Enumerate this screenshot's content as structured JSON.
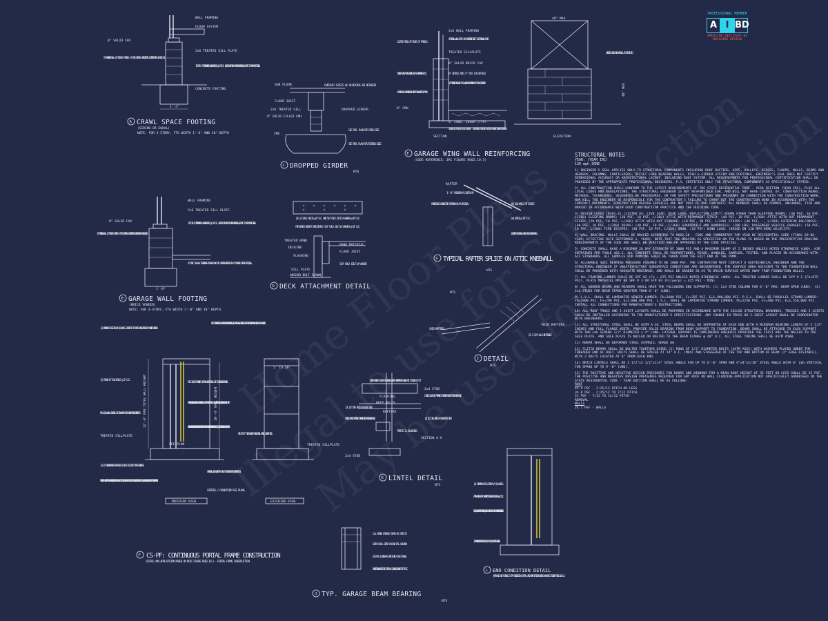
{
  "logo": {
    "top_text": "PROFESSIONAL MEMBER",
    "letters": [
      "A",
      "I",
      "BD"
    ],
    "org": "AMERICAN INSTITUTE OF BUILDING DESIGN"
  },
  "watermark": {
    "line1": "Home Floor Plans",
    "line2": "Illegal to use for Construction",
    "line3": "May be used for Construction"
  },
  "details": {
    "a": {
      "letter": "A",
      "title": "CRAWL SPACE FOOTING",
      "sub": "(SIDING OR EQUAL)",
      "note": "NOTE: FOR 3-STORY, FTG WIDTH 1'-6\" AND 10\" DEPTH",
      "labels": [
        "WALL FRAMING",
        "FLOOR SYSTEM",
        "8\" SOLID CAP",
        "2x6 TREATED SILL PLATE",
        "8\" MASONRY WALL (8\" CMU OR 4\" BRICK / 4\" CMU) INSTALL HORIZONTAL REINFORCING (AS REQ'D)",
        "1/2\" DIA. (7\" EMBEDMENT) ANCHOR BOLTS @ 6'-0\" O.C. (ADJUST LOCATION AT DOOR OPENINGS) LOCATE 12\" FROM PLATE ENDS.",
        "CONCRETE FOOTING",
        "1'-4\""
      ]
    },
    "b": {
      "letter": "B",
      "title": "GARAGE WALL FOOTING",
      "sub": "(BRICK VENEER)",
      "note": "NOTE: FOR 3-STORY, FTG WIDTH 2'-0\" AND 10\" DEPTH",
      "labels": [
        "WALL FRAMING",
        "2x6 TREATED SILL PLATE",
        "8\" SOLID CAP",
        "12\" MASONRY WALL (12\" CMU OR 4\" BRICK / 8\" CMU) INSTALL HORIZONTAL REINFORCING AS REQUIRED",
        "1/2\" DIA (7\" EMBEDMENT) ANCHOR BOLTS @ 6'-0\" O.C. (ADJUST LOCATION AT DOOR OPENINGS) LOCATE 12\" FROM PLATE ENDS.",
        "4\" CONC. SLAB W/ FIBERMESH OR WWF ON 6 MIL VAPOR BARRIER ON 4\" CRUSHED STONE OR EQUAL.",
        "1'-8\""
      ]
    },
    "c": {
      "letter": "C",
      "title": "DROPPED GIRDER",
      "nts": "NTS",
      "labels": [
        "SUB FLOOR",
        "OVERLAP JOISTS W/ BLOCKING IN BETWEEN",
        "FLOOR JOIST",
        "DROPPED GIRDER",
        "2x6 TREATED SILL",
        "8\" SOLID FILLED CMU",
        "CMU",
        "SEE FND. PLAN FOR PIER SIZE",
        "SEE FND. PLAN FOR FOOTING SIZE"
      ]
    },
    "d": {
      "letter": "D",
      "title": "DECK ATTACHMENT DETAIL",
      "nts": "NTS",
      "labels": [
        "(3) 1/2 GALV. BOLTS @ 6\" O.C. AND 5/8\" GALV. BOLT W/ WASHER @ 16\" O.C.",
        "FOR BRICK VENEER STRUCTURES: 5/8\" GALV. BOLT W/ WASHER @ 16\" O.C.",
        "TREATED BAND",
        "BAND MATERIAL",
        "DECKING",
        "FLOOR JOIST",
        "FLASHING",
        "5/8\" GALV. BOLT W/ WASHER",
        "SILL PLATE",
        "ANCHOR BOLT SHOWN"
      ]
    },
    "e": {
      "letter": "E",
      "title": "GARAGE WING WALL REINFORCING",
      "sub": "(CODE REFERENCE: IRC FIGURE R602.10.5)",
      "labels": [
        "48\" MAX",
        "2x6 WALL FRAMING",
        "OPTIONAL WALL PLATE. MAY CONTINUE BOLT IN OPTIONAL PLATE.",
        "TREATED SILLPLATE",
        "LOCATE RODS AT ENDS OF PANELS",
        "8\" SOLID BRICK CAP",
        "\"LADDER\" WIRE AT EACH COURSE IN 8\" CAP AND THEN 8\" O.C.",
        "8\" BRICK AND 4\" CMU (OR BRICK)",
        "1/2\" THREADED ROD WITH 2\" SQ. WASHER OR SIMPSON \"SET\" OR SET-XP EPOXY.",
        "4\" BRICK SHALL BE NOTCHED/CHIPPED TO ALLOW FOR 1/2\" ROD",
        "8\" CMU",
        "3\" CONC. COVER (TYP)",
        "CONCRETE FOOTING (SEE PLANS) - CONTINUE FOOTING ACROSS GARAGE DOOR OPENING",
        "GARAGE SLAB OVER GRAVEL AS SPECIFIED",
        "48\" MAX",
        "SECTION",
        "ELEVATION"
      ]
    },
    "f": {
      "letter": "F",
      "title": "CS-PF: CONTINUOUS PORTAL FRAME CONSTRUCTION",
      "sub": "DETAIL AND APPLICATION BASED ON NCRC FIGURE R602.10.1 - PORTAL FRAME CONSTRUCTION",
      "labels": [
        "(2) SIMPSON CS16 STRAP WITH (8) NAILS. EXTEND TO TOP PLATE AND EXTEND 20\" UNDER HEADER.",
        "(2) ROWS OF 16d NAILS @ 3\" O.C.",
        "MIN (2)2x4 WALL FRAMING. SEE PLAN FOR STUD COLUMN REQUIREMENTS.",
        "TREATED SILLPLATE",
        "(2) 1/2\" ANCHOR BOLTS PER R403.1.6 WITH 2\"x2\"x3/16\" PLATE WASHERS.",
        "NOTE: FOR CMU APPLICATIONS AT GARAGE DOORS, ANCHOR BOLTS SHALL BE 5/8\" DIAMETER AND SHALL EXTEND TO FOOTING (PER NCRC FIGURE R602.10.5.3) (SEE GARAGE WING WALL DETAIL ON STRUCTURAL PLANS)",
        "NOTE: AT INTERMEDIATE WALL SEGMENTS BETWEEN OPENINGS, THE STRAPS SHALL BE INSTALLED AT EACH STUD COLUMN ON EACH END OF THE WALL SEGMENT.",
        "MIN. 3\"x11.25\" HEADER. SEE PLAN FOR ACTUAL SIZE. EXTEND OVER PANEL.",
        "FASTEN SHEATHING TO HEADER W/ 8d COMMON NAILS IN 3\" GRID PATTERN AND 3\" O.C. IN ALL FRAMING (STUDS, BLOCKING, AND SILLS) TYP.",
        "PANEL EDGES SHALL BE BLOCKED AND OCCUR WITHIN 24\" OF MID HEIGHT. ONE ROW OF TYP. SHEATHING-TO-FRAMING NAILING IS REQ'D (3\" O.C.). ATTACH BLOCKING TOGETHER W/ (3) 16d SINKERS.",
        "MIN 7/16\" THICK WOOD STRUCTURAL PANEL SHEATHING",
        "TREATED SILLPLATE",
        "OPTIONAL CURB (GREATER THAN 6\" CURB HEIGHT NOT PERMITTED)",
        "FOOTING / FOUNDATION SEE PLANS",
        "12'-0\" MAX TOTAL WALL HEIGHT",
        "10'-0\" MAX. HEIGHT",
        "2' TO 18'",
        "SEE PLAN",
        "INTERIOR VIEW",
        "EXTERIOR VIEW"
      ]
    },
    "g": {
      "letter": "G",
      "title": "TYPICAL RAFTER SPLICE ON ATTIC KNEEWALL",
      "nts": "NTS",
      "labels": [
        "RAFTER",
        "1'-0\" MINIMUM OVERLAP",
        "HURRICANE CONNECTOR SIMPSON H2.5A OR EQUAL",
        "(6) 16d NAILS AT SPLICE",
        "2x4 STUDS @ 16\" O.C.",
        "2x6 BRACE AT EACH WALL HEIGHT (EACH SIDE OF WALL)"
      ]
    },
    "i": {
      "letter": "I",
      "title": "DETAIL",
      "nts": "NTS",
      "labels": [
        "MAIN RAFTERS",
        "SHED RAFTERS",
        "(3) 1 3/4\" LVL HIP/RIDGE"
      ]
    },
    "j": {
      "letter": "J",
      "title": "TYP. GARAGE BEAM BEARING",
      "nts": "NTS",
      "labels": [
        "LVL MAIN GARAGE BEAM AS SPEC'D",
        "BEAM SHALL BEAR ON END PSL COLUMN",
        "LBE PSL COLUMN AS SPECIFIED (SEE PLANS)",
        "KING STUD ON EACH SIDE. ATTACH W/ (3) ROWS 16d NAILS AT 16\" O.C."
      ]
    },
    "k": {
      "letter": "K",
      "title": "LINTEL DETAIL",
      "nts": "NTS",
      "labels": [
        "BRICK VENEER: HEIGHT OF VENEER ABOVE SUPPORTING ANGLE NOT TO EXCEED 12'-8\"",
        "FLASHING",
        "WEEP HOLES",
        "2x4 STUD",
        "LINTEL 6\"x4\"x5/16\" ATTACHED TO TURNED STUDS AT SHED ROOF LINE.",
        "(2) 1/2\" DIA. BOLTS AT FLAT STUD",
        "RAFTERS",
        "LINTEL 6\"x4\"x5/16\" ATTACHED TO TURNED STUDS AT SHED ROOF LINE.",
        "(2) 1/2\" DIA. BOLTS AT EACH FLAT STUD",
        "TRIPLE 2x BLOCKING",
        "2x4 STUD",
        "SECTION A-A"
      ]
    },
    "l": {
      "letter": "L",
      "title": "END CONDITION DETAIL",
      "sub": "(FOR USE WITH SINGLE CS-PF CONDITION) DETAIL AND APPLICATION BASED ON NCRC FIGURE R602.10.4.1",
      "labels": [
        "(2) SIMPSON CS16 STRAP W/ (8) NAILS.",
        "ATTACH KING STUD TO SUPPORT STUDS WITH (10) NAILS @ 6\" O.C.",
        "MIN (2)2x4 SUPPORT STUDS AND (1) KING STUD SEE PLAN FOR STUD COLUMN REQUIREMENTS.",
        "1/2\" ANCHOR BOLTS PER R403.1.6 WITH 2\"x2\"x3/16\" PLATE WASHERS."
      ]
    }
  },
  "notes": {
    "title": "STRUCTURAL NOTES",
    "year": "YEAR: (YEAR IRC)",
    "wind": "130 mph ZONE",
    "items": [
      "1) ENGINEER'S SEAL APPLIES ONLY TO STRUCTURAL COMPONENTS INCLUDING ROOF RAFTERS, HIPS, VALLEYS, RIDGES, FLOORS, WALLS, BEAMS AND HEADERS, COLUMNS, CANTILEVERS, OFFSET LOAD BEARING WALLS, PIER & GIRDER SYSTEM AND FOOTINGS. ENGINEER'S SEAL DOES NOT CERTIFY DIMENSIONAL ACCURACY OR ARCHITECTURAL LAYOUT. INCLUDING ROOF SYSTEM. ALL REQUIREMENTS FOR PROFESSIONAL CERTIFICATION SHALL BE PROVIDED BY THE APPROPRIATE PROFESSIONAL ENGINEERS, P.A. CERTIFIES ONLY THE STRUCTURAL COMPONENTS AS SPECIFICALLY STATED.",
      "2) ALL CONSTRUCTION SHALL CONFORM TO THE LATEST REQUIREMENTS OF THE STATE RESIDENTIAL CODE - YEAR EDITION (YEAR IRC), PLUS ALL LOCAL CODES AND REGULATIONS. THE STRUCTURAL ENGINEER IS NOT RESPONSIBLE FOR, AND WILL NOT HAVE CONTROL OF, CONSTRUCTION MEANS, METHODS, TECHNIQUES, SEQUENCES OR PROCEDURES, OR FOR SAFETY PRECAUTIONS AND PROGRAMS IN CONNECTION WITH THE CONSTRUCTION WORK, NOR WILL THE ENGINEER BE RESPONSIBLE FOR THE CONTRACTOR'S FAILURE TO CARRY OUT THE CONSTRUCTION WORK IN ACCORDANCE WITH THE CONTRACT DOCUMENTS. CONSTRUCTION REVIEW SERVICES ARE NOT PART OF OUR CONTRACT. ALL MEMBERS SHALL BE FRAMED, ANCHORED, TIED AND BRACED IN ACCORDANCE WITH GOOD CONSTRUCTION PRACTICE AND THE BUILDING CODE.",
      "3) DESIGN LOADS (R301.4) (LISTED AS: LIVE LOAD, DEAD LOAD, DEFLECTION LIMIT) ROOMS OTHER THAN SLEEPING ROOMS: (40 PSF, 10 PSF, L/360) SLEEPING ROOMS: (30 PSF, 10 PSF, L/360) ATTIC WITH PERMANENT STAIR: (40 PSF, 10 PSF, L/360) ATTIC WITH OUT PERMANENT STAIR: (20 PSF, 10 PSF, L/360) ATTIC WITH OUT STORAGE: (10 PSF, 10 PSF, L/240) STAIRS: (40 PSF, -, L/360) EXTERIOR BALCONIES: (60 PSF, 10 PSF, L/360) DECKS: (40 PSF, 10 PSF, L/360) GUARDRAILS AND HANDRAILS: (200 LBS) PASSENGER VEHICLE GARAGES: (50 PSF, 10 PSF, L/360) FIRE ESCAPES: (40 PSF, 10 PSF, L/360) SNOW: (20 PSF) WIND LOAD: (BASED ON 130 MPH WIND VELOCITY)",
      "4) WALL BRACING: WALLS SHALL BE BRACED ACCORDING TO R602.10 - CODE AND COMMENTARY FOR YEAR NC RESIDENTIAL CODE (FINAL 03-06-YEAR; EFFECTIVE DATE SEPTEMBER 1, YEAR). NOTE THAT THE BRACING AS SPECIFIED ON THE PLANS IS BASED ON THE PRESCRIPTIVE BRACING REQUIREMENTS OF THE CODE AND SHALL BE VERIFIED AND/OR APPROVED BY THE CODE OFFICIAL.",
      "5) CONCRETE SHALL HAVE A MINIMUM 28 DAY STRENGTH OF 3000 PSI AND A MAXIMUM SLUMP OF 5 INCHES UNLESS NOTED OTHERWISE (UNO). AIR ENTRAINED PER TABLE 402.2. ALL CONCRETE SHALL BE PROPORTIONED, MIXED, HANDLED, SAMPLED, TESTED, AND PLACED IN ACCORDANCE WITH ACI STANDARDS. ALL SAMPLES FOR PUMPING SHALL BE TAKEN FROM THE EXIT END OF THE PUMP.",
      "6) ALLOWABLE SOIL BEARING PRESSURE ASSUMED TO BE 2000 PSF. THE CONTRACTOR MUST CONTACT A GEOTECHNICAL ENGINEER AND THE STRUCTURAL ENGINEER IF UNSATISFACTORY SUBSURFACE CONDITIONS ARE ENCOUNTERED. THE SURFACE AREA ADJACENT TO THE FOUNDATION WALL SHALL BE PROVIDED WITH ADEQUATE DRAINAGE, AND SHALL BE GRADED SO AS TO DRAIN SURFACE WATER AWAY FROM FOUNDATION WALLS.",
      "7) ALL FRAMING LUMBER SHALL BE SPF #2 (Fb = 875 PSI UNLESS NOTED OTHERWISE (UNO). ALL TREATED LUMBER SHALL BE SYP # 2 (Fb=975 PSI). PLATE MATERIAL MAY BE SPF # 3 OR SYP #3 (Fc(perp) = 425 PSI - MIN).",
      "8) ALL WOODEN BEAMS AND HEADERS SHALL HAVE THE FOLLOWING END SUPPORTS: (1) 2x4 STUD COLUMN FOR 6'-0\" MAX. BEAM SPAN (UNO). (2) 2x4 STUDS FOR BEAM SPANS GREATER THAN 6'-0\" (UNO).",
      "9) L.V.L. SHALL BE LAMINATED VENEER LUMBER: Fb=2600 PSI, Fv=285 PSI, E=1,900,000 PSI. P.S.L. SHALL BE PARALLEL STRAND LUMBER: Fb=2900 PSI, Fv=290 PSI, E=2,000,000 PSI. L.S.L. SHALL BE LAMINATED STRAND LUMBER: Fb=2250 PSI, Fv=400 PSI, E=1,550,000 PSI. INSTALL ALL CONNECTIONS PER MANUFACTURER'S INSTRUCTIONS.",
      "10) ALL ROOF TRUSS AND I-JOIST LAYOUTS SHALL BE PREPARED IN ACCORDANCE WITH THE SEALED STRUCTURAL DRAWINGS. TRUSSES AND I-JOISTS SHALL BE INSTALLED ACCORDING TO THE MANUFACTURER'S SPECIFICATIONS. ANY CHANGE IN TRUSS OR I-JOIST LAYOUT SHALL BE COORDINATED WITH ENGINEERS.",
      "11) ALL STRUCTURAL STEEL SHALL BE ASTM A-36. STEEL BEAMS SHALL BE SUPPORTED AT EACH END WITH A MINIMUM BEARING LENGTH OF 3 1/2\" INCHES AND FULL FLANGE WIDTH. PROVIDE SOLID BEARING FROM BEAM SUPPORT TO FOUNDATION. BEAMS SHALL BE ATTACHED TO EACH SUPPORT WITH TWO LAG SCREWS 1/2\" DIAMETER x 4\" LONG. LATERAL SUPPORT IS CONSIDERED ADEQUATE PROVIDED THE JOIST ARE TOE NAILED TO THE SOLE PLATE, AND SOLE PLATE IS NAILED OR BOLTED TO THE BEAM FLANGE @ 48\" O.C. ALL STEEL TUBING SHALL BE ASTM A500.",
      "12) REBAR SHALL BE DEFORMED STEEL ASTM615, GRADE 60.",
      "13) FLITCH BEAMS SHALL BE BOLTED TOGETHER USING (2) ROWS OF 1/2\" DIAMETER BOLTS (ASTM A325) WITH WASHERS PLACED UNDER THE THREADED END OF BOLT. BOLTS SHALL BE SPACED AT 24\" O.C. (MAX) AND STAGGERED AT THE TOP AND BOTTOM OF BEAM (2\" EDGE DISTANCE), WITH 2 BOLTS LOCATED AT 6\" FROM EACH END.",
      "14) BRICK LINTELS SHALL BE 3 1/2\"x3 1/2\"x1/4\" STEEL ANGLE FOR UP TO 6'-0\" SPAN AND 6\"x4\"x5/16\" STEEL ANGLE WITH 6\" LEG VERTICAL FOR SPANS UP TO 9'-0\" (UNO).",
      "15) THE POSITIVE AND NEGATIVE DESIGN PRESSURES FOR DOORS AND WINDOWS FOR A MEAN ROOF HEIGHT OF 35 FEET OR LESS SHALL BE 25 PSF. THE POSITIVE AND NEGATIVE DESIGN PRESSURES REQUIRED FOR ANY ROOF OR WALL CLADDING APPLICATION NOT SPECIFICALLY ADDRESSED IN THE STATE RESIDENTIAL CODE - YEAR EDITION SHALL BE AS FOLLOWS:"
    ],
    "roof_head": "ROOF",
    "roof": [
      "45.4 PSF - 2:25/12 PITCH OR LESS",
      "34.8 PSF - 2:25/12 TO 7/12 PITCH",
      "21 PSF - 7/12 TO 12/12 PITCH",
      "REMOVAL"
    ],
    "walls_head": "WALLS",
    "walls": [
      "24.1 PSF - WALLS"
    ]
  }
}
